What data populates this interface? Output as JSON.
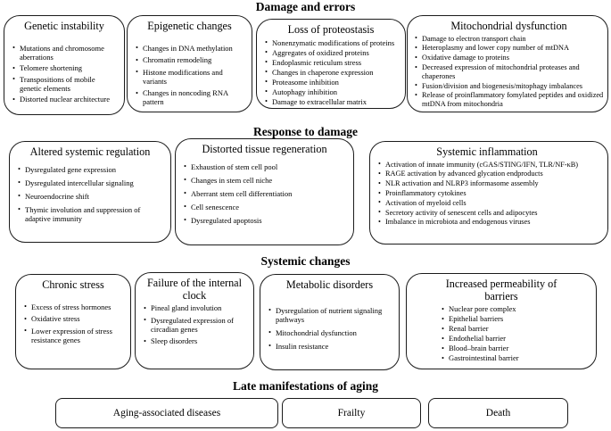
{
  "figure": {
    "sections": [
      {
        "heading": "Damage and errors",
        "boxes": [
          {
            "title": "Genetic instability",
            "items": [
              "Mutations and chromosome aberrations",
              "Telomere shortening",
              "Transpositions of mobile genetic elements",
              "Distorted nuclear architecture"
            ]
          },
          {
            "title": "Epigenetic changes",
            "items": [
              "Changes in DNA methylation",
              "Chromatin remodeling",
              "Histone modifications and variants",
              "Changes in noncoding RNA pattern"
            ]
          },
          {
            "title": "Loss of proteostasis",
            "items": [
              "Nonenzymatic modifications of proteins",
              "Aggregates of oxidized proteins",
              "Endoplasmic reticulum stress",
              "Changes in chaperone expression",
              "Proteasome inhibition",
              "Autophagy inhibition",
              "Damage to extracellular matrix"
            ]
          },
          {
            "title": "Mitochondrial dysfunction",
            "items": [
              "Damage to electron transport chain",
              "Heteroplasmy and lower copy number of mtDNA",
              "Oxidative damage to proteins",
              "Decreased expression of mitochondrial proteases and chaperones",
              "Fusion/division and biogenesis/mitophagy imbalances",
              "Release of proinflammatory fomylated peptides and oxidized mtDNA from mitochondria"
            ]
          }
        ]
      },
      {
        "heading": "Response to damage",
        "boxes": [
          {
            "title": "Altered systemic regulation",
            "items": [
              "Dysregulated gene expression",
              "Dysregulated intercellular signaling",
              "Neuroendocrine shift",
              "Thymic involution and suppression of adaptive immunity"
            ]
          },
          {
            "title": "Distorted tissue regeneration",
            "items": [
              "Exhaustion of stem cell pool",
              "Changes in stem cell niche",
              "Aberrant stem cell differentiation",
              "Cell senescence",
              "Dysregulated apoptosis"
            ]
          },
          {
            "title": "Systemic inflammation",
            "items": [
              "Activation of innate immunity (cGAS/STING/IFN, TLR/NF-κB)",
              "RAGE activation by advanced glycation endproducts",
              "NLR activation and NLRP3 informasome assembly",
              "Proinflammatory cytokines",
              "Activation of myeloid cells",
              "Secretory activity of senescent cells and adipocytes",
              "Imbalance in microbiota and endogenous viruses"
            ]
          }
        ]
      },
      {
        "heading": "Systemic changes",
        "boxes": [
          {
            "title": "Chronic stress",
            "items": [
              "Excess of stress hormones",
              "Oxidative stress",
              "Lower expression of stress resistance genes"
            ]
          },
          {
            "title": "Failure of the internal clock",
            "items": [
              "Pineal gland involution",
              "Dysregulated expression of circadian genes",
              "Sleep disorders"
            ]
          },
          {
            "title": "Metabolic disorders",
            "items": [
              "Dysregulation of nutrient signaling pathways",
              "Mitochondrial dysfunction",
              "Insulin resistance"
            ]
          },
          {
            "title": "Increased permeability of barriers",
            "items": [
              "Nuclear pore complex",
              "Epithelial barriers",
              "Renal barrier",
              "Endothelial barrier",
              "Blood–brain barrier",
              "Gastrointestinal barrier"
            ]
          }
        ]
      },
      {
        "heading": "Late manifestations of aging",
        "boxes": [
          {
            "title": "Aging-associated diseases",
            "items": []
          },
          {
            "title": "Frailty",
            "items": []
          },
          {
            "title": "Death",
            "items": []
          }
        ]
      }
    ]
  }
}
